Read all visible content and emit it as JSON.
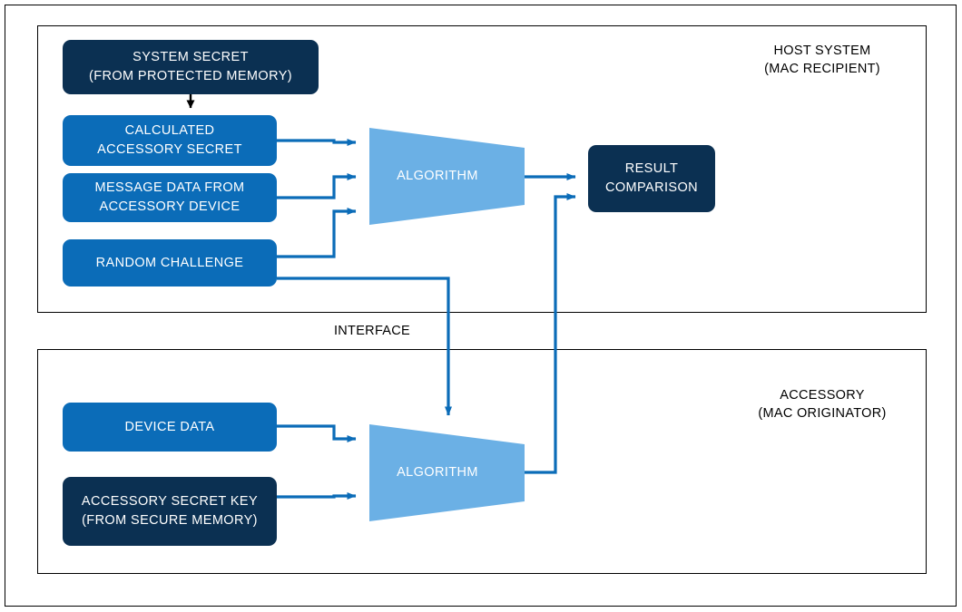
{
  "diagram": {
    "title": "MAC authentication host-accessory diagram",
    "colors": {
      "navy": "#0b3052",
      "blue": "#0b6cb8",
      "light_blue": "#6bb0e5",
      "line": "#0b6cb8",
      "frame": "#000000",
      "text_on_fill": "#ffffff",
      "text_plain": "#000000"
    }
  },
  "sections": {
    "host": {
      "label": "HOST SYSTEM\n(MAC RECIPIENT)"
    },
    "accessory": {
      "label": "ACCESSORY\n(MAC ORIGINATOR)"
    },
    "interface_label": "INTERFACE"
  },
  "host_blocks": {
    "system_secret": "SYSTEM SECRET\n(FROM PROTECTED MEMORY)",
    "calculated_accessory_secret": "CALCULATED\nACCESSORY SECRET",
    "message_data": "MESSAGE DATA FROM\nACCESSORY DEVICE",
    "random_challenge": "RANDOM CHALLENGE",
    "algorithm": "ALGORITHM",
    "result_comparison": "RESULT\nCOMPARISON"
  },
  "accessory_blocks": {
    "device_data": "DEVICE DATA",
    "accessory_secret_key": "ACCESSORY SECRET KEY\n(FROM SECURE MEMORY)",
    "algorithm": "ALGORITHM"
  }
}
